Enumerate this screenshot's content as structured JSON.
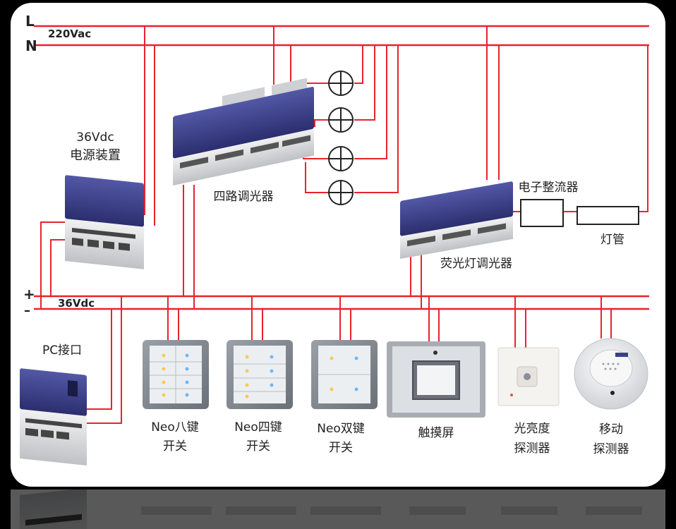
{
  "diagram": {
    "mains": {
      "line_label": "L",
      "neutral_label": "N",
      "voltage_label": "220Vac"
    },
    "dc_bus": {
      "plus_label": "+",
      "minus_label": "–",
      "voltage_label": "36Vdc"
    },
    "devices": {
      "power_supply": {
        "line1": "36Vdc",
        "line2": "电源装置"
      },
      "dimmer4": {
        "label": "四路调光器"
      },
      "fluorescent_dimmer": {
        "label": "荧光灯调光器"
      },
      "ballast": {
        "label": "电子整流器"
      },
      "tube": {
        "label": "灯管"
      },
      "pc_interface": {
        "label": "PC接口"
      }
    },
    "bottom_row": [
      {
        "line1": "Neo八键",
        "line2": "开关"
      },
      {
        "line1": "Neo四键",
        "line2": "开关"
      },
      {
        "line1": "Neo双键",
        "line2": "开关"
      },
      {
        "line1": "触摸屏",
        "line2": ""
      },
      {
        "line1": "光亮度",
        "line2": "探测器"
      },
      {
        "line1": "移动",
        "line2": "探测器"
      }
    ],
    "colors": {
      "wire": "#e8232f",
      "module_blue": "#3b3f8a",
      "module_gray": "#d9dadc",
      "panel_bg": "#ffffff"
    }
  }
}
